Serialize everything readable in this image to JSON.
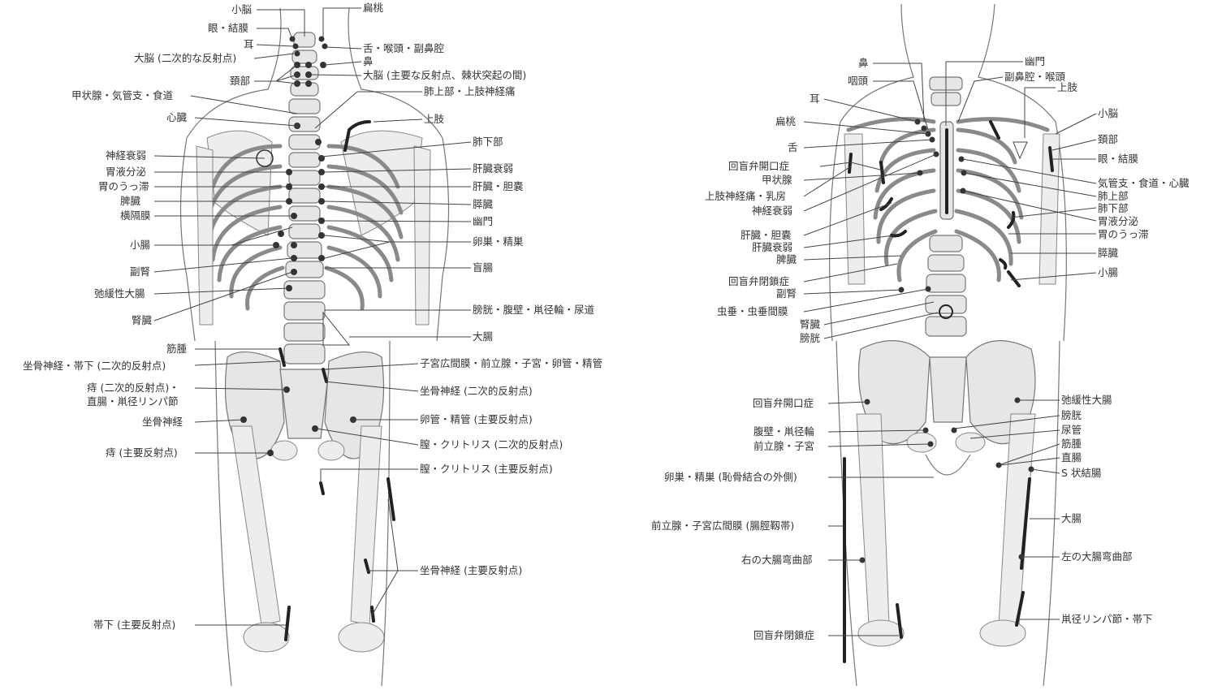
{
  "posterior_labels": [
    "小脳",
    "扁桃",
    "眼・結膜",
    "耳",
    "舌・喉頭・副鼻腔",
    "大脳 (二次的な反射点)",
    "鼻",
    "頚部",
    "大脳 (主要な反射点、棘状突起の間)",
    "甲状腺・気管支・食道",
    "肺上部・上肢神経痛",
    "心臓",
    "上肢",
    "肺下部",
    "神経衰弱",
    "肝臓衰弱",
    "胃液分泌",
    "胃のうっ滞",
    "肝臓・胆嚢",
    "脾臓",
    "膵臓",
    "横隔膜",
    "幽門",
    "小腸",
    "卵巣・精巣",
    "副腎",
    "盲腸",
    "弛緩性大腸",
    "膀胱・腹壁・鼡径輪・尿道",
    "腎臓",
    "大腸",
    "筋腫",
    "坐骨神経・帯下 (二次的反射点)",
    "子宮広間膜・前立腺・子宮・卵管・精管",
    "痔 (二次的反射点)・",
    "直腸・鼡径リンパ節",
    "坐骨神経 (二次的反射点)",
    "坐骨神経",
    "卵管・精管 (主要反射点)",
    "膣・クリトリス (二次的反射点)",
    "痔 (主要反射点)",
    "膣・クリトリス (主要反射点)",
    "坐骨神経 (主要反射点)",
    "帯下 (主要反射点)"
  ],
  "anterior_labels": [
    "鼻",
    "幽門",
    "咽頭",
    "副鼻腔・喉頭",
    "上肢",
    "耳",
    "小脳",
    "扁桃",
    "頚部",
    "舌",
    "眼・結膜",
    "回盲弁開口症",
    "甲状腺",
    "気管支・食道・心臓",
    "上肢神経痛・乳房",
    "肺上部",
    "神経衰弱",
    "肺下部",
    "胃液分泌",
    "肝臓・胆嚢",
    "胃のうっ滞",
    "肝臓衰弱",
    "膵臓",
    "脾臓",
    "小腸",
    "回盲弁閉鎖症",
    "副腎",
    "虫垂・虫垂間膜",
    "腎臓",
    "膀胱",
    "回盲弁開口症",
    "弛緩性大腸",
    "膀胱",
    "腹壁・鼡径輪",
    "尿管",
    "前立腺・子宮",
    "筋腫",
    "直腸",
    "卵巣・精巣 (恥骨結合の外側)",
    "S 状結腸",
    "前立腺・子宮広間膜 (腸脛靱帯)",
    "大腸",
    "右の大腸弯曲部",
    "左の大腸弯曲部",
    "回盲弁閉鎖症",
    "鼡径リンパ節・帯下"
  ]
}
